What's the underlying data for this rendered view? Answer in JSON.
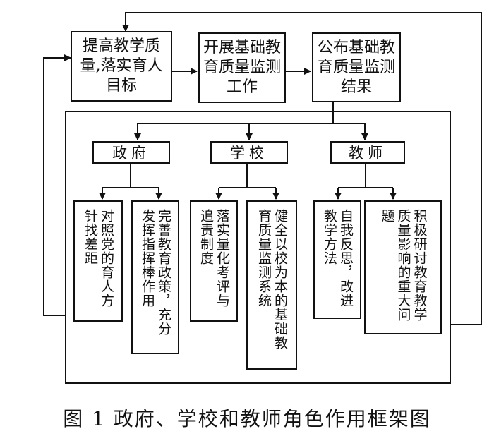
{
  "top_row": [
    {
      "id": "goal",
      "text": "提高教学质量,落实育人目标"
    },
    {
      "id": "monitor",
      "text": "开展基础教育质量监测工作"
    },
    {
      "id": "publish",
      "text": "公布基础教育质量监测结果"
    }
  ],
  "groups": [
    {
      "id": "government",
      "label": "政府",
      "items": [
        {
          "id": "gov-1",
          "text": "对照党的育人方针找差距"
        },
        {
          "id": "gov-2",
          "text": "完善教育政策，充分发挥指挥棒作用"
        }
      ]
    },
    {
      "id": "school",
      "label": "学校",
      "items": [
        {
          "id": "school-1",
          "text": "落实量化考评与追责制度"
        },
        {
          "id": "school-2",
          "text": "健全以校为本的基础教育质量监测系统"
        }
      ]
    },
    {
      "id": "teacher",
      "label": "教师",
      "items": [
        {
          "id": "teacher-1",
          "text": "自我反思，改进教学方法"
        },
        {
          "id": "teacher-2",
          "text": "积极研讨教育教学质量影响的重大问题"
        }
      ]
    }
  ],
  "caption": "图 1 政府、学校和教师角色作用框架图"
}
